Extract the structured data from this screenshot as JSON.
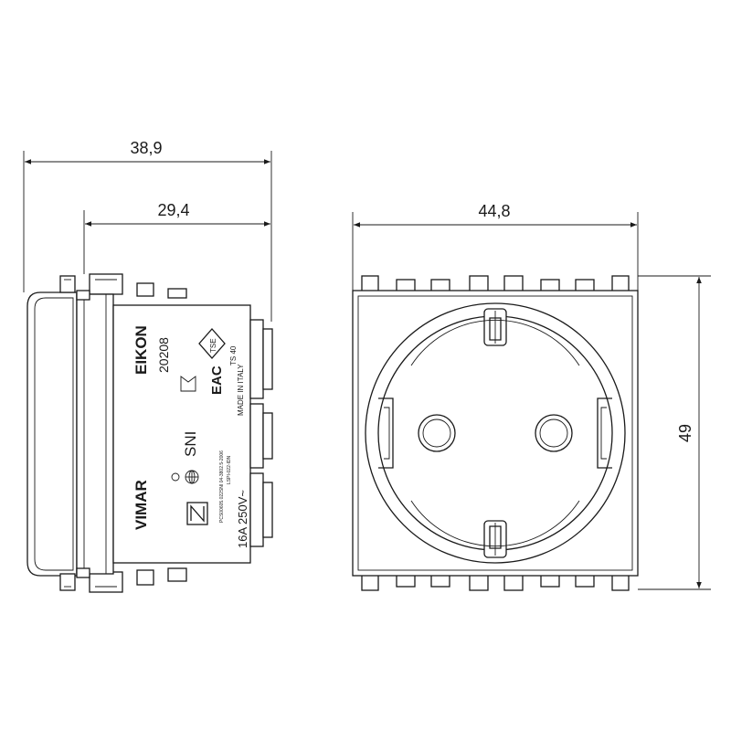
{
  "dimensions": {
    "side_total_width": "38,9",
    "side_body_width": "29,4",
    "front_width": "44,8",
    "front_height": "49"
  },
  "side_label": {
    "brand_left": "VIMAR",
    "brand_right": "EIKON",
    "product_code": "20208",
    "rating": "16A  250V~",
    "origin": "MADE IN ITALY",
    "tse_standard": "TS 40",
    "tse_mark": "TSE",
    "snf_mark": "SNI",
    "eac_mark": "EAC",
    "cert_line_1": "PCS00605.022SNI 04-3802.5-2006",
    "cert_line_2": "LSPI-022-IDN"
  }
}
